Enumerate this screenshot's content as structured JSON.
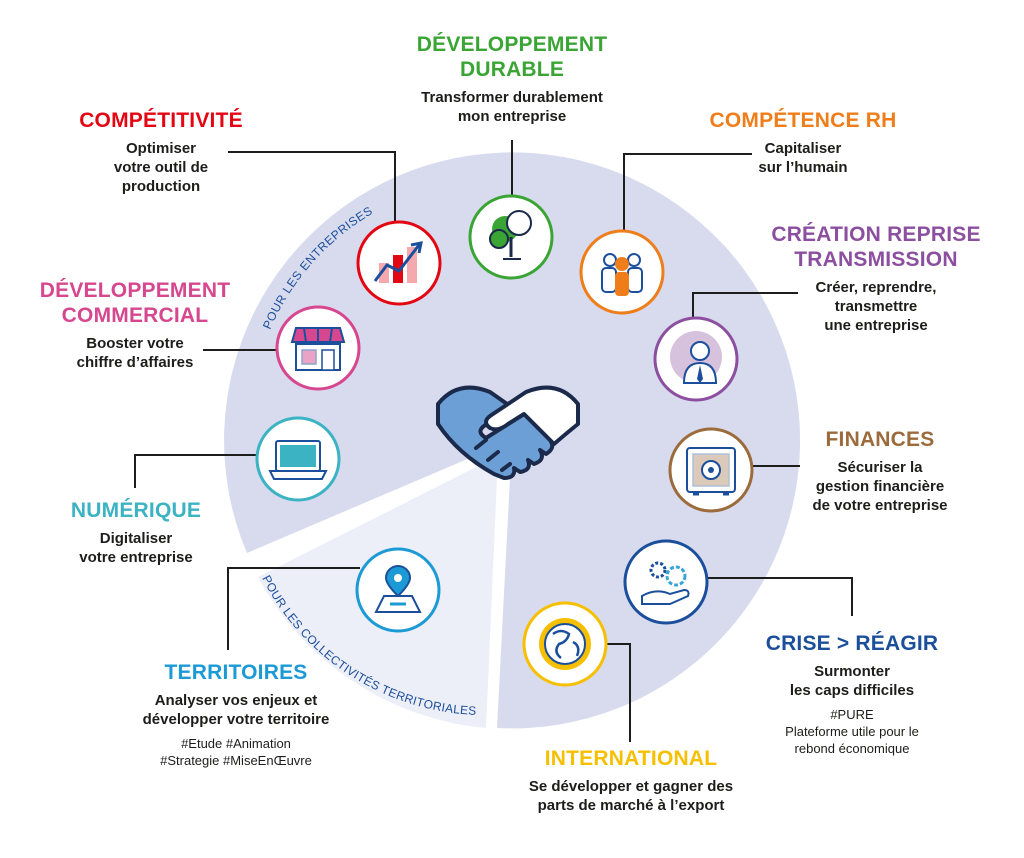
{
  "colors": {
    "disc": "#d8daee",
    "disc_light": "#eceef8",
    "arc_text": "#1b4f9c",
    "line": "#1d1d1b",
    "handshake_blue": "#6b9fd6",
    "handshake_outline": "#1b2a4a"
  },
  "arc_labels": {
    "enterprises": "POUR LES ENTREPRISES",
    "collectivities": "POUR LES COLLECTIVITÉS TERRITORIALES"
  },
  "center_icon": "handshake-icon",
  "sections": [
    {
      "id": "developpement-durable",
      "title_lines": [
        "DÉVELOPPEMENT",
        "DURABLE"
      ],
      "desc_lines": [
        "Transformer durablement",
        "mon entreprise"
      ],
      "extra_lines": [],
      "color": "#3aa535",
      "icon": "tree-icon"
    },
    {
      "id": "competence-rh",
      "title_lines": [
        "COMPÉTENCE RH"
      ],
      "desc_lines": [
        "Capitaliser",
        "sur l’humain"
      ],
      "extra_lines": [],
      "color": "#ef7d1a",
      "icon": "team-icon"
    },
    {
      "id": "creation-reprise",
      "title_lines": [
        "CRÉATION REPRISE",
        "TRANSMISSION"
      ],
      "desc_lines": [
        "Créer, reprendre,",
        "transmettre",
        "une entreprise"
      ],
      "extra_lines": [],
      "color": "#8c4fa0",
      "icon": "businessman-icon"
    },
    {
      "id": "finances",
      "title_lines": [
        "FINANCES"
      ],
      "desc_lines": [
        "Sécuriser la",
        "gestion financière",
        "de votre entreprise"
      ],
      "extra_lines": [],
      "color": "#9b6b3c",
      "icon": "safe-icon"
    },
    {
      "id": "crise",
      "title_lines": [
        "CRISE > RÉAGIR"
      ],
      "desc_lines": [
        "Surmonter",
        "les caps difficiles"
      ],
      "extra_lines": [
        "#PURE",
        "Plateforme utile pour le",
        "rebond économique"
      ],
      "color": "#1b4f9c",
      "icon": "gears-hand-icon"
    },
    {
      "id": "international",
      "title_lines": [
        "INTERNATIONAL"
      ],
      "desc_lines": [
        "Se développer et gagner des",
        "parts de marché à l’export"
      ],
      "extra_lines": [],
      "color": "#f6c000",
      "icon": "globe-icon"
    },
    {
      "id": "territoires",
      "title_lines": [
        "TERRITOIRES"
      ],
      "desc_lines": [
        "Analyser vos enjeux et",
        "développer votre territoire"
      ],
      "extra_lines": [
        "#Etude #Animation",
        "#Strategie #MiseEnŒuvre"
      ],
      "color": "#1b9ad6",
      "icon": "map-pin-icon"
    },
    {
      "id": "numerique",
      "title_lines": [
        "NUMÉRIQUE"
      ],
      "desc_lines": [
        "Digitaliser",
        "votre entreprise"
      ],
      "extra_lines": [],
      "color": "#3bb3c3",
      "icon": "laptop-icon"
    },
    {
      "id": "developpement-commercial",
      "title_lines": [
        "DÉVELOPPEMENT",
        "COMMERCIAL"
      ],
      "desc_lines": [
        "Booster votre",
        "chiffre d’affaires"
      ],
      "extra_lines": [],
      "color": "#d6478f",
      "icon": "shop-icon"
    },
    {
      "id": "competitivite",
      "title_lines": [
        "COMPÉTITIVITÉ"
      ],
      "desc_lines": [
        "Optimiser",
        "votre outil de",
        "production"
      ],
      "extra_lines": [],
      "color": "#e30613",
      "icon": "growth-chart-icon"
    }
  ]
}
